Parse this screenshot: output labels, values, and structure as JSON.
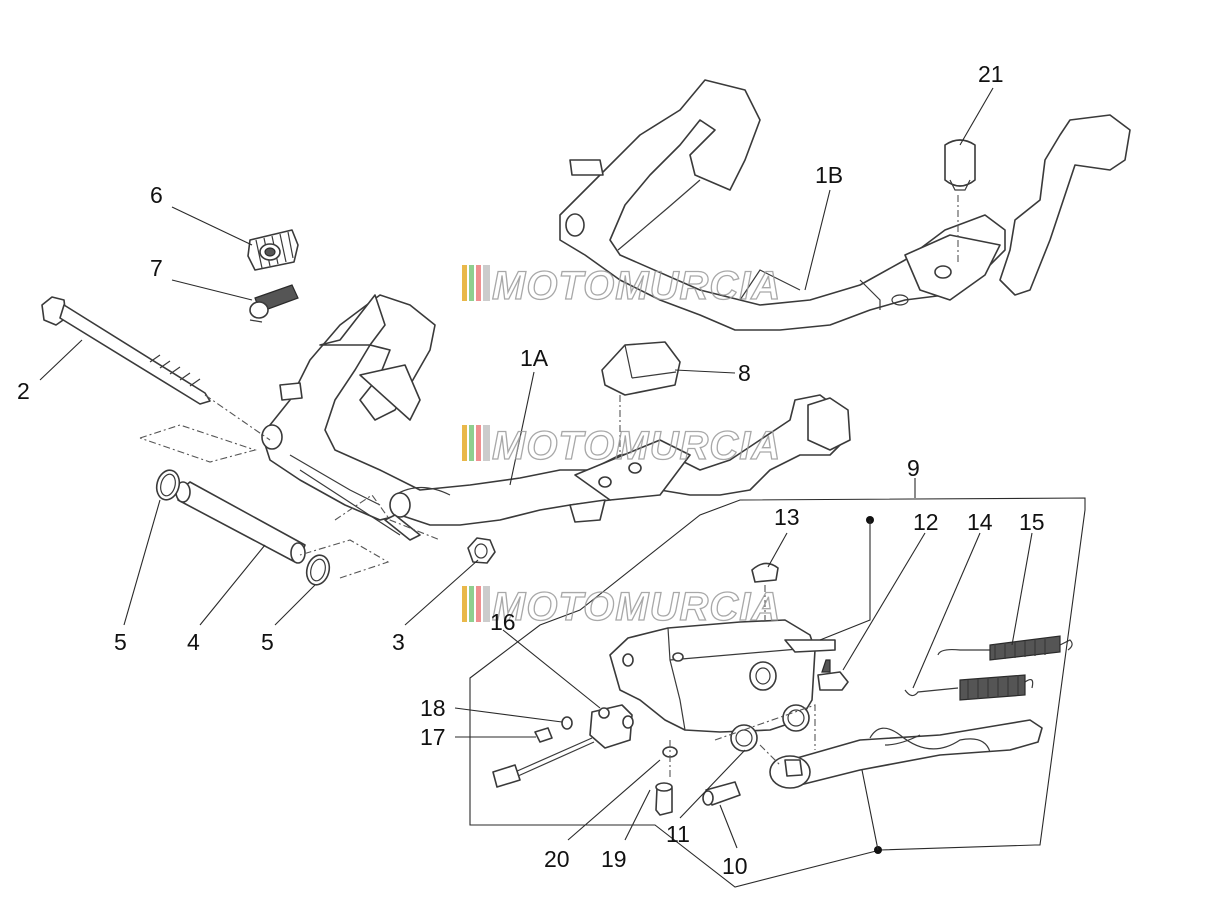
{
  "watermark": {
    "text": "MOTOMURCIA",
    "bar_colors": [
      "#e9b84a",
      "#8fcf8f",
      "#ef8f8f",
      "#cccccc"
    ]
  },
  "callouts": {
    "c1A": "1A",
    "c1B": "1B",
    "c2": "2",
    "c3": "3",
    "c4": "4",
    "c5a": "5",
    "c5b": "5",
    "c6": "6",
    "c7": "7",
    "c8": "8",
    "c9": "9",
    "c10": "10",
    "c11": "11",
    "c12": "12",
    "c13": "13",
    "c14": "14",
    "c15": "15",
    "c16": "16",
    "c17": "17",
    "c18": "18",
    "c19": "19",
    "c20": "20",
    "c21": "21"
  }
}
